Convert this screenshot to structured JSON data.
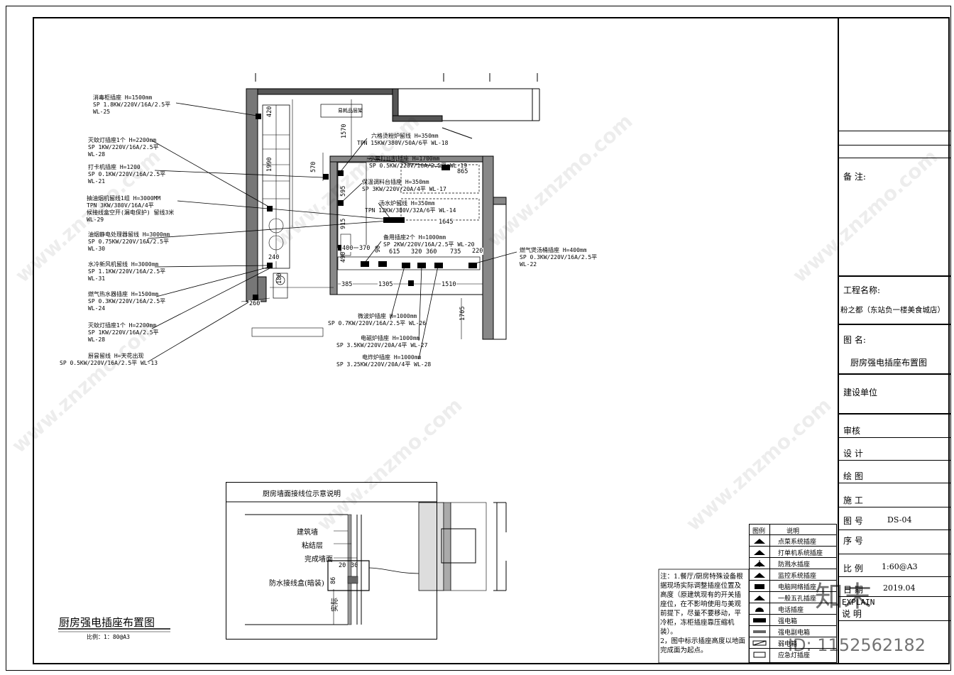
{
  "title_block": {
    "remarks_label": "备 注:",
    "project_label": "工程名称:",
    "project_name": "粉之都（东站负一楼美食城店）",
    "drawing_label": "图  名:",
    "drawing_name": "厨房强电插座布置图",
    "builder_label": "建设单位",
    "review_label": "审核",
    "design_label": "设 计",
    "draw_label": "绘 图",
    "construct_label": "施 工",
    "number_label": "图 号",
    "number_value": "DS-04",
    "seq_label": "序 号",
    "scale_label": "比 例",
    "scale_value": "1:60@A3",
    "date_label": "日 期",
    "date_value": "2019.04",
    "explain_label": "EXPLAIN",
    "explain_cn": "说 明"
  },
  "plan_title": "厨房强电插座布置图",
  "plan_scale": "比例：1：80@A3",
  "annotations": {
    "a1": [
      "消毒柜插座 H=1500mm",
      "SP 1.8KW/220V/16A/2.5平",
      "WL-25"
    ],
    "a2": [
      "灭蚊灯插座1个 H=2200mm",
      "SP 1KW/220V/16A/2.5平",
      "WL-28"
    ],
    "a3": [
      "打卡机插座 H=1200",
      "SP 0.1KW/220V/16A/2.5平",
      "WL-21"
    ],
    "a4": [
      "抽油烟机留线1组 H=3000MM",
      "TPN 3KW/380V/16A/4平",
      "候接线盒空开(漏电保护) 留线3米",
      "WL-29"
    ],
    "a5": [
      "油烟静电处理器留线 H=3000mm",
      "SP 0.75KW/220V/16A/2.5平",
      "WL-30"
    ],
    "a6": [
      "水冷新风机留线 H=3000mm",
      "SP 1.1KW/220V/16A/2.5平",
      "WL-31"
    ],
    "a7": [
      "燃气热水器插座 H=1500mm",
      "SP 0.3KW/220V/16A/2.5平",
      "WL-24"
    ],
    "a8": [
      "灭蚊灯插座1个 H=2200mm",
      "SP 1KW/220V/16A/2.5平",
      "WL-28"
    ],
    "a9": [
      "厨昙留线 H=天花出现",
      "SP 0.5KW/220V/16A/2.5平 WL-13"
    ],
    "b1": [
      "六格烫粉炉留线 H=350mm",
      "TPN 15KW/380V/50A/6平 WL-18"
    ],
    "b2": [
      "小票打印机插座 H=1700mm",
      "SP 0.5KW/220V/16A/2.5平 WL-19"
    ],
    "b3": [
      "保温调料台插座 H=350mm",
      "SP 3KW/220V/20A/4平 WL-17"
    ],
    "b4": [
      "汤水炉留线 H=350mm",
      "TPN 12KW/380V/32A/6平 WL-14"
    ],
    "b5": [
      "备用插座2个 H=1000mm",
      "SP 2KW/220V/16A/2.5平 WL-20"
    ],
    "c1": [
      "燃气煲汤桶插座 H=400mm",
      "SP 0.3KW/220V/16A/2.5平",
      "WL-22"
    ],
    "d1": [
      "微波炉插座 H=1000mm",
      "SP 0.7KW/220V/16A/2.5平 WL-26"
    ],
    "d2": [
      "电磁炉插座 H=1000mm",
      "SP 3.5KW/220V/20A/4平 WL-27"
    ],
    "d3": [
      "电炸炉插座 H=1000mm",
      "SP 3.25KW/220V/20A/4平 WL-28"
    ]
  },
  "dimensions": {
    "d420": "420",
    "d1570": "1570",
    "d1990": "1990",
    "d570": "570",
    "d595": "595",
    "d865": "865",
    "d1645": "1645",
    "d915": "915",
    "d400": "400",
    "d370": "370",
    "d90": "90",
    "d615": "615",
    "d320": "320",
    "d360": "360",
    "d735": "735",
    "d220": "220",
    "d240": "240",
    "d180": "180",
    "d385": "385",
    "d1305": "1305",
    "d1510": "1510",
    "d1705": "1705",
    "d260": "260",
    "d490": "490",
    "d370b": "370"
  },
  "room_labels": {
    "r1": "易耗品层架",
    "r2": "保温调料台",
    "r3": "汤水炉"
  },
  "detail": {
    "title": "厨房墙面接线位示意说明",
    "wall": "建筑墙",
    "adhesive": "粘结层",
    "finish": "完成墙面",
    "box": "防水接线盒(暗装)",
    "dim20": "20",
    "dim30": "30",
    "dim86": "86",
    "actual": "实际"
  },
  "legend": {
    "header_icon": "图例",
    "header_desc": "说明",
    "items": [
      {
        "label": "点菜系统插座",
        "icon": "socket-icon"
      },
      {
        "label": "打单机系统插座",
        "icon": "socket-icon"
      },
      {
        "label": "防溅水插座",
        "icon": "splash-socket-icon"
      },
      {
        "label": "监控系统插座",
        "icon": "socket-icon"
      },
      {
        "label": "电脑网络插座",
        "icon": "network-socket-icon"
      },
      {
        "label": "一般五孔插座",
        "icon": "socket-icon"
      },
      {
        "label": "电话插座",
        "icon": "phone-socket-icon"
      },
      {
        "label": "强电箱",
        "icon": "power-box-icon"
      },
      {
        "label": "强电副电箱",
        "icon": "sub-power-box-icon"
      },
      {
        "label": "弱电箱",
        "icon": "weak-box-icon"
      },
      {
        "label": "应急灯插座",
        "icon": "emergency-socket-icon"
      }
    ]
  },
  "notes": [
    "注：1.餐厅/厨房特殊设备根据现场实际调整插座位置及高度（原建筑现有的开关插座位，在不影响使用与美观前提下，尽量不要移动，平冷柜，冻柜插座靠压缩机装）。",
    "2，图中标示插座高度以地面完成面为起点。"
  ],
  "watermark": "www.znzmo.com",
  "stamp": {
    "brand": "知末",
    "id": "ID: 1152562182"
  }
}
